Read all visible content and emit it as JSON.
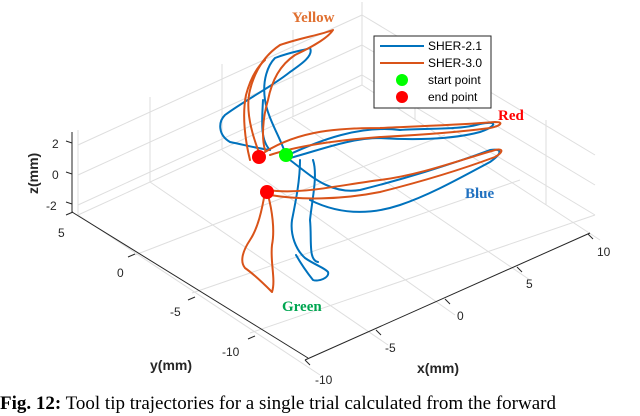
{
  "chart_data": {
    "type": "line3d",
    "title": "",
    "xlabel": "x(mm)",
    "ylabel": "y(mm)",
    "zlabel": "z(mm)",
    "xlim": [
      -10,
      10
    ],
    "ylim": [
      -10,
      5
    ],
    "zlim": [
      -2,
      2
    ],
    "x_ticks": [
      "-10",
      "-5",
      "0",
      "5",
      "10"
    ],
    "y_ticks": [
      "5",
      "0",
      "-5",
      "-10"
    ],
    "z_ticks": [
      "2",
      "0",
      "-2"
    ],
    "grid": true,
    "legend_position": "top-right (inside)",
    "legend": [
      {
        "label": "SHER-2.1",
        "type": "line",
        "color": "#0072BD"
      },
      {
        "label": "SHER-3.0",
        "type": "line",
        "color": "#D95319"
      },
      {
        "label": "start point",
        "type": "marker",
        "color": "#00FF00"
      },
      {
        "label": "end point",
        "type": "marker",
        "color": "#FF0000"
      }
    ],
    "series": [
      {
        "name": "SHER-2.1",
        "color": "#0072BD",
        "description": "Blue trajectory: star pattern from center to four targets (Yellow, Red, Blue, Green) and back"
      },
      {
        "name": "SHER-3.0",
        "color": "#D95319",
        "description": "Orange trajectory: star pattern from center to four targets (Yellow, Red, Blue, Green) and back"
      }
    ],
    "annotations": [
      {
        "text": "Yellow",
        "color": "#E07030"
      },
      {
        "text": "Red",
        "color": "#FF0000"
      },
      {
        "text": "Blue",
        "color": "#1F70C0"
      },
      {
        "text": "Green",
        "color": "#00A651"
      }
    ]
  },
  "axes": {
    "z_label": "z(mm)",
    "y_label": "y(mm)",
    "x_label": "x(mm)",
    "z_ticks": [
      "2",
      "0",
      "-2"
    ],
    "y_ticks": [
      "5",
      "0",
      "-5",
      "-10"
    ],
    "x_ticks": [
      "-10",
      "-5",
      "0",
      "5",
      "10"
    ]
  },
  "legend": {
    "items": [
      {
        "label": "SHER-2.1"
      },
      {
        "label": "SHER-3.0"
      },
      {
        "label": "start point"
      },
      {
        "label": "end point"
      }
    ]
  },
  "annotations": {
    "yellow": "Yellow",
    "red": "Red",
    "blue": "Blue",
    "green": "Green"
  },
  "colors": {
    "sher21": "#0072BD",
    "sher30": "#D95319",
    "start": "#00FF00",
    "end": "#FF0000",
    "grid": "#dedede",
    "axis": "#262626"
  },
  "caption": {
    "label": "Fig. 12:",
    "text": " Tool tip trajectories for a single trial calculated from the forward"
  }
}
